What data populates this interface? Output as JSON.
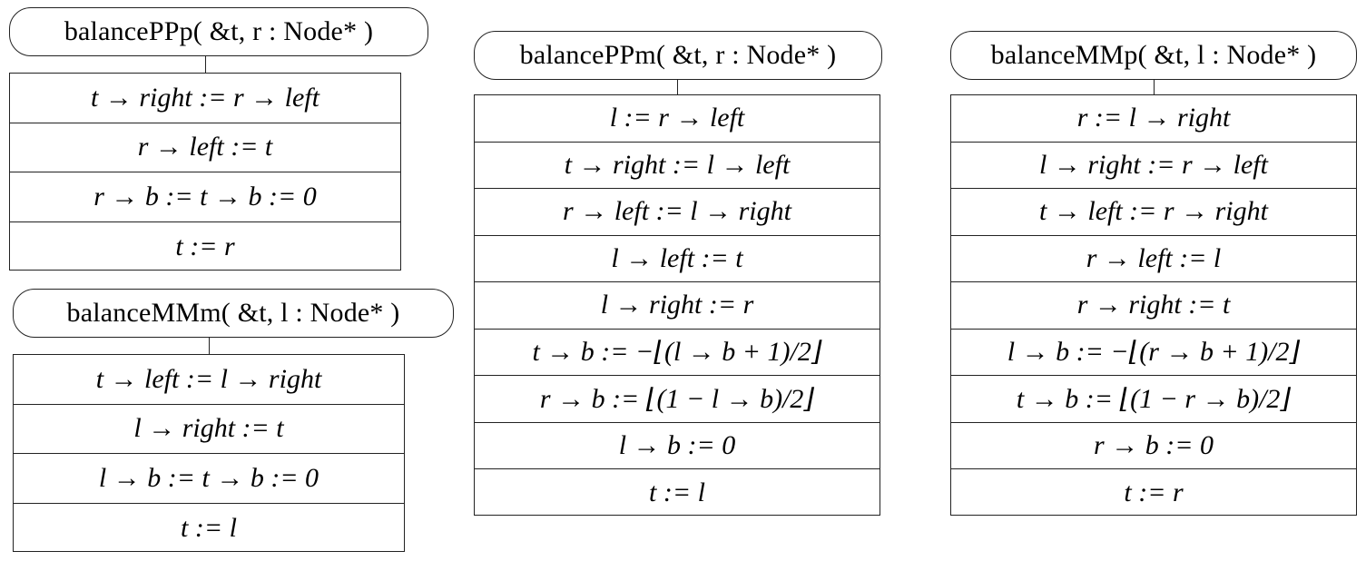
{
  "procedures": [
    {
      "id": "balancePPp",
      "name": "balancePPp(",
      "params": "&t, r : Node* )",
      "statements": [
        "t → right := r → left",
        "r → left := t",
        "r → b := t → b := 0",
        "t := r"
      ]
    },
    {
      "id": "balanceMMm",
      "name": "balanceMMm(",
      "params": "&t, l : Node* )",
      "statements": [
        "t → left := l → right",
        "l → right := t",
        "l → b := t → b := 0",
        "t := l"
      ]
    },
    {
      "id": "balancePPm",
      "name": "balancePPm(",
      "params": "&t, r : Node* )",
      "statements": [
        "l := r → left",
        "t → right := l → left",
        "r → left := l → right",
        "l → left := t",
        "l → right := r",
        "t → b := −⌊(l → b + 1)/2⌋",
        "r → b := ⌊(1 − l → b)/2⌋",
        "l → b := 0",
        "t := l"
      ]
    },
    {
      "id": "balanceMMp",
      "name": "balanceMMp(",
      "params": "&t, l : Node* )",
      "statements": [
        "r := l → right",
        "l → right := r → left",
        "t → left := r → right",
        "r → left := l",
        "r → right := t",
        "l → b := −⌊(r → b + 1)/2⌋",
        "t → b := ⌊(1 − r → b)/2⌋",
        "r → b := 0",
        "t := r"
      ]
    }
  ]
}
